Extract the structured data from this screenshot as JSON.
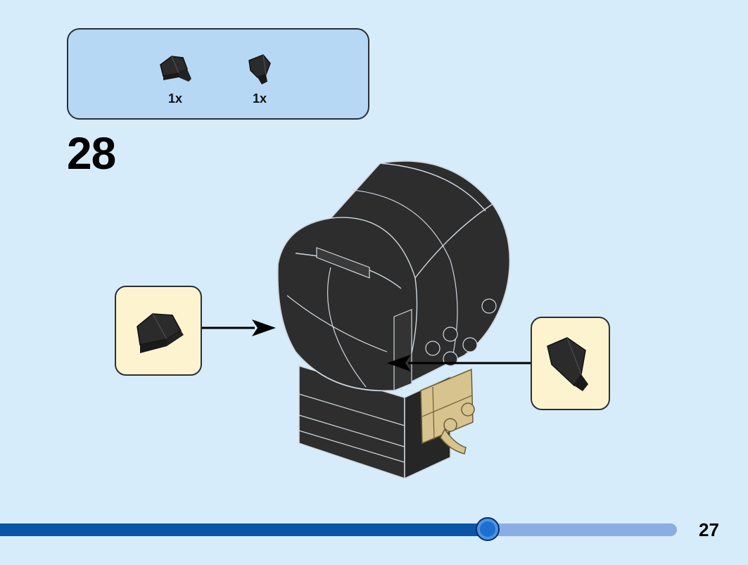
{
  "parts": [
    {
      "qty": "1x",
      "icon": "wedge-plate-left-icon"
    },
    {
      "qty": "1x",
      "icon": "wedge-plate-right-icon"
    }
  ],
  "step": {
    "number": "28"
  },
  "progress": {
    "fraction": 0.72
  },
  "page": {
    "number": "27"
  },
  "colors": {
    "background": "#d7ecfb",
    "parts_box": "#b6d8f5",
    "callout": "#fdf4cf",
    "brick_black": "#2b2b2b",
    "brick_tan": "#d6c38e",
    "progress_dark": "#0b55a6",
    "progress_light": "#8aaee3"
  }
}
